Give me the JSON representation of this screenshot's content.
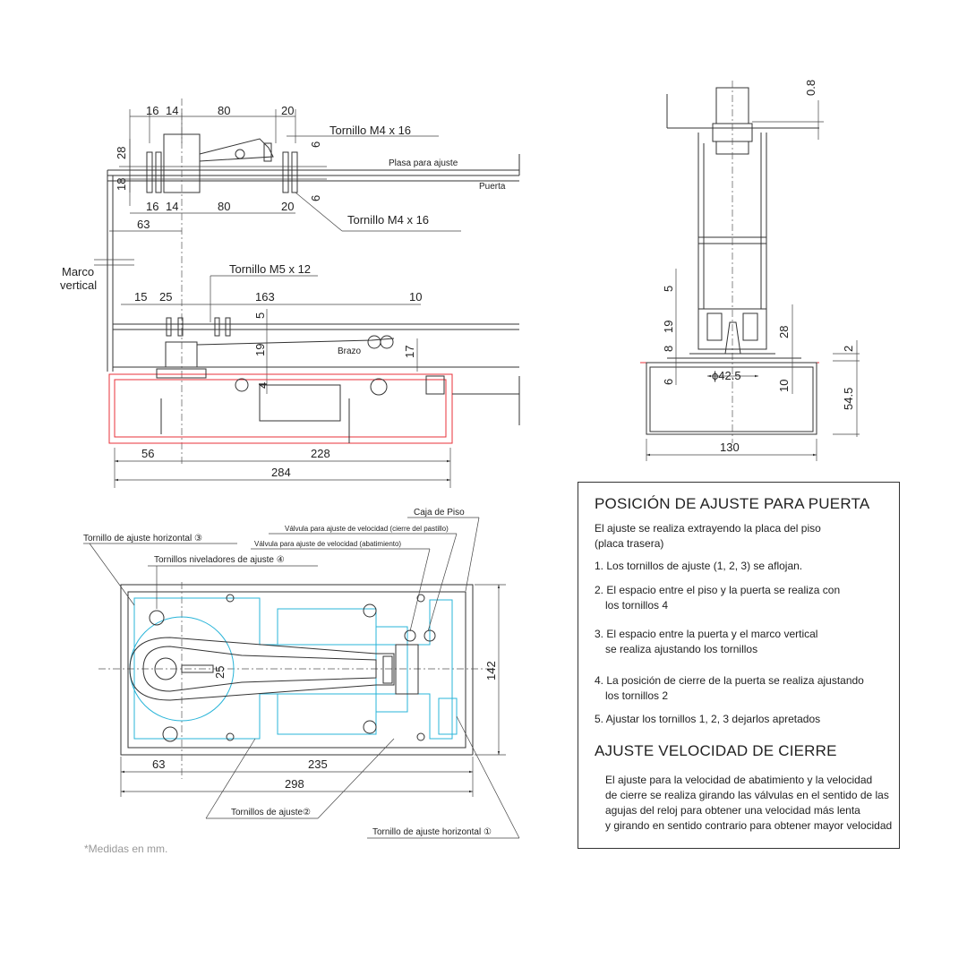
{
  "top_view": {
    "dims_top": [
      "16",
      "14",
      "80",
      "20"
    ],
    "dims_top2": [
      "16",
      "14",
      "80",
      "20"
    ],
    "dim_28": "28",
    "dim_18": "18",
    "dim_6a": "6",
    "dim_6b": "6",
    "dim_63": "63",
    "screw_m4_top": "Tornillo  M4 x 16",
    "screw_m4_bottom": "Tornillo   M4 x 16",
    "plasa": "Plasa para ajuste",
    "puerta": "Puerta",
    "marco_line1": "Marco",
    "marco_line2": "vertical",
    "screw_m5": "Tornillo M5 x 12",
    "dim_15": "15",
    "dim_25": "25",
    "dim_163": "163",
    "dim_10": "10",
    "dim_5": "5",
    "dim_19": "19",
    "dim_4": "4",
    "dim_17": "17",
    "brazo": "Brazo",
    "dim_56": "56",
    "dim_228": "228",
    "dim_284": "284"
  },
  "side_view": {
    "dim_08": "0.8",
    "dim_5": "5",
    "dim_19": "19",
    "dim_8": "8",
    "dim_6": "6",
    "dim_28": "28",
    "dim_2": "2",
    "dim_10": "10",
    "dim_545": "54.5",
    "dim_diam": "ϕ42.5",
    "dim_130": "130"
  },
  "plan_view": {
    "caja": "Caja de Piso",
    "valve_cierre": "Válvula para ajuste de velocidad (cierre del pastillo)",
    "valve_abat": "Válvula para ajuste de velocidad (abatimiento)",
    "horiz3": "Tornillo de ajuste horizontal ③",
    "nivel4": "Tornillos niveladores de ajuste ④",
    "ajuste2": "Tornillos de ajuste②",
    "horiz1": "Tornillo de ajuste horizontal ①",
    "dim_25": "25",
    "dim_142": "142",
    "dim_63": "63",
    "dim_235": "235",
    "dim_298": "298"
  },
  "note": "*Medidas en mm.",
  "panel": {
    "title1": "POSICIÓN DE AJUSTE PARA PUERTA",
    "intro1": "El ajuste se realiza extrayendo la placa del piso",
    "intro2": "(placa trasera)",
    "step1": "1. Los tornillos de ajuste (1, 2, 3) se aflojan.",
    "step2a": "2. El espacio entre el piso y la puerta se realiza con",
    "step2b": "los tornillos 4",
    "step3a": "3. El espacio entre la puerta y el marco vertical",
    "step3b": "se realiza ajustando los tornillos",
    "step4a": "4. La posición de cierre de la puerta se realiza ajustando",
    "step4b": "los tornillos 2",
    "step5": "5. Ajustar los tornillos 1, 2, 3 dejarlos apretados",
    "title2": "AJUSTE VELOCIDAD DE CIERRE",
    "speed1": "El ajuste para la velocidad de abatimiento y la velocidad",
    "speed2": "de cierre se realiza girando las válvulas en el sentido de las",
    "speed3": "agujas del reloj para obtener una velocidad más lenta",
    "speed4": "y girando en sentido contrario para obtener mayor velocidad"
  },
  "colors": {
    "red": "#e8303a",
    "cyan": "#28b4d8",
    "line": "#333333"
  }
}
